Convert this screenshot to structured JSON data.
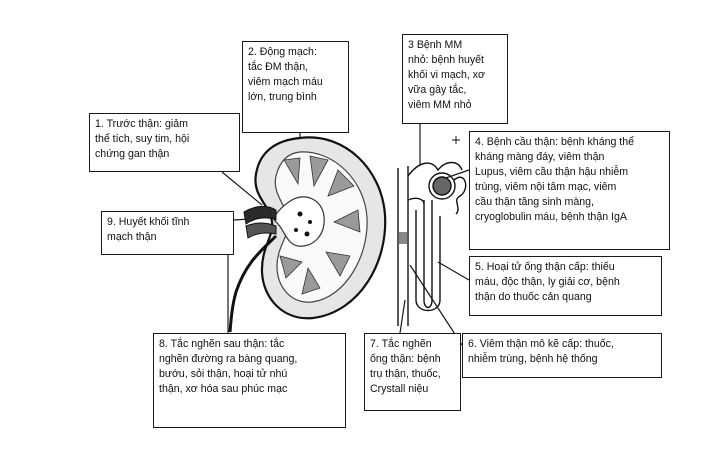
{
  "labels": {
    "box1": "1. Trước thận: giảm\nthể tích, suy tim, hội\nchứng gan thận",
    "box2": "2. Động mạch:\ntắc ĐM thận,\nviêm mạch máu\nlớn, trung bình",
    "box3": "3  Bệnh MM\nnhỏ: bệnh huyết\nkhối vi mạch, xơ\nvữa gây tắc,\nviêm MM nhỏ",
    "box4": "4. Bệnh cầu thận: bệnh kháng thể\nkháng màng đáy, viêm thận\nLupus, viêm cầu thận hậu nhiễm\ntrùng, viêm nội tâm mạc, viêm\ncầu thận tăng sinh màng,\ncryoglobulin máu, bệnh thận IgA",
    "box5": "5. Hoại tử ống thận cấp: thiếu\nmáu, độc thận, ly giải cơ, bệnh\nthận do thuốc cản quang",
    "box6": "6. Viêm thận mô kẽ cấp: thuốc,\nnhiễm trùng, bệnh hệ thống",
    "box7": "7. Tắc nghẽn\nống thận: bệnh\ntrụ thận, thuốc,\nCrystall niệu",
    "box8": "8. Tắc nghẽn sau thận: tắc\nnghẽn đường ra bàng quang,\nbướu, sỏi thận, hoại tử nhú\nthận, xơ hóa sau phúc mạc",
    "box9": "9. Huyết khối tĩnh\nmạch thận"
  },
  "colors": {
    "ink": "#111111",
    "kidney_fill": "#e6e6e6",
    "pyramid_fill": "#9a9a9a",
    "vessel_fill": "#2a2a2a"
  }
}
